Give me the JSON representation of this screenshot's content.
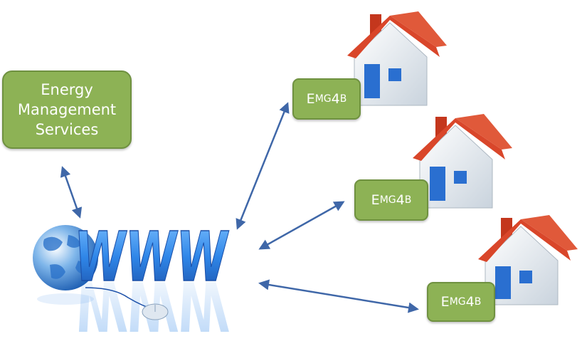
{
  "ems": {
    "lines": [
      "Energy",
      "Management",
      "Services"
    ]
  },
  "www_text": "WWW",
  "emg_boxes": [
    {
      "prefix": "E",
      "small": "MG",
      "suffix": "4",
      "small2": "B"
    },
    {
      "prefix": "E",
      "small": "MG",
      "suffix": "4",
      "small2": "B"
    },
    {
      "prefix": "E",
      "small": "MG",
      "suffix": "4",
      "small2": "B"
    }
  ],
  "colors": {
    "box_green": "#8db255",
    "arrow_blue": "#3f67a8",
    "roof_red": "#d9462a",
    "house_wall": "#e9eef3",
    "house_blue": "#2a6fd0",
    "www_blue": "#2f86e8"
  },
  "icons": [
    "globe-icon",
    "mouse-icon",
    "house-icon"
  ]
}
